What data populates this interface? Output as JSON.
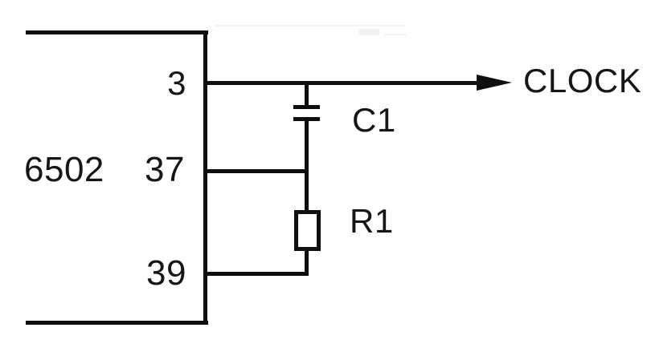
{
  "chip": {
    "label": "6502"
  },
  "pins": [
    {
      "number": "3"
    },
    {
      "number": "37"
    },
    {
      "number": "39"
    }
  ],
  "components": [
    {
      "ref": "C1",
      "type": "capacitor"
    },
    {
      "ref": "R1",
      "type": "resistor"
    }
  ],
  "output": {
    "label": "CLOCK"
  },
  "colors": {
    "line": "#0f0f0f",
    "background": "#ffffff",
    "text": "#161616"
  }
}
